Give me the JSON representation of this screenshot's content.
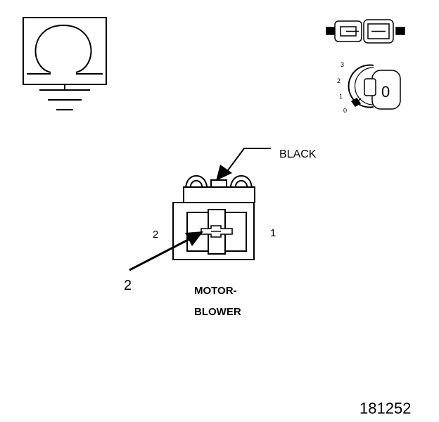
{
  "symbol": {
    "ohmmeter_icon": "ohm-ground-symbol",
    "connector_icon": "connector-plug-icon",
    "key_icon": "ignition-key-icon",
    "key_positions": [
      "3",
      "2",
      "1",
      "0"
    ],
    "key_mark": "0"
  },
  "connector": {
    "wire_color": "BLACK",
    "pin_left": "2",
    "pin_right": "1",
    "callout": "2",
    "name_line1": "MOTOR-",
    "name_line2": "BLOWER"
  },
  "figure_number": "181252"
}
